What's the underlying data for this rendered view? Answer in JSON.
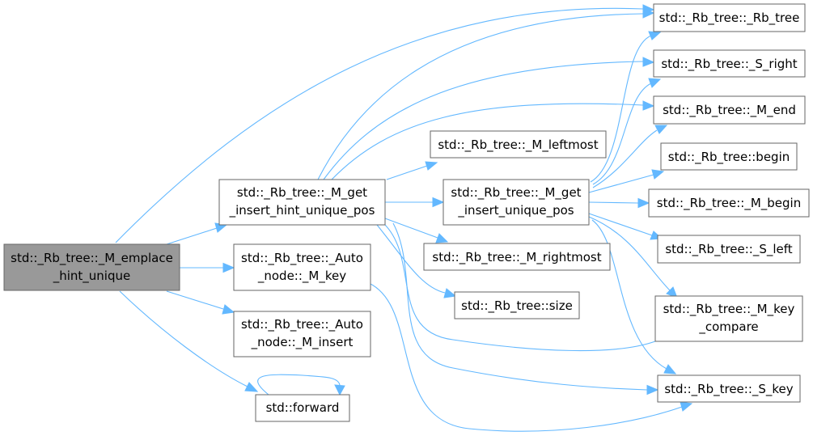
{
  "colors": {
    "edge": "#63b8ff",
    "node_border": "#666666",
    "root_fill": "#999999",
    "node_fill": "#ffffff"
  },
  "nodes": {
    "emplace": [
      "std::_Rb_tree::_M_emplace",
      "_hint_unique"
    ],
    "get_hint": [
      "std::_Rb_tree::_M_get",
      "_insert_hint_unique_pos"
    ],
    "auto_key": [
      "std::_Rb_tree::_Auto",
      "_node::_M_key"
    ],
    "auto_insert": [
      "std::_Rb_tree::_Auto",
      "_node::_M_insert"
    ],
    "forward": [
      "std::forward"
    ],
    "leftmost": [
      "std::_Rb_tree::_M_leftmost"
    ],
    "get_unique": [
      "std::_Rb_tree::_M_get",
      "_insert_unique_pos"
    ],
    "rightmost": [
      "std::_Rb_tree::_M_rightmost"
    ],
    "size": [
      "std::_Rb_tree::size"
    ],
    "rb_tree": [
      "std::_Rb_tree::_Rb_tree"
    ],
    "s_right": [
      "std::_Rb_tree::_S_right"
    ],
    "m_end": [
      "std::_Rb_tree::_M_end"
    ],
    "begin": [
      "std::_Rb_tree::begin"
    ],
    "m_begin": [
      "std::_Rb_tree::_M_begin"
    ],
    "s_left": [
      "std::_Rb_tree::_S_left"
    ],
    "key_compare": [
      "std::_Rb_tree::_M_key",
      "_compare"
    ],
    "s_key": [
      "std::_Rb_tree::_S_key"
    ]
  }
}
